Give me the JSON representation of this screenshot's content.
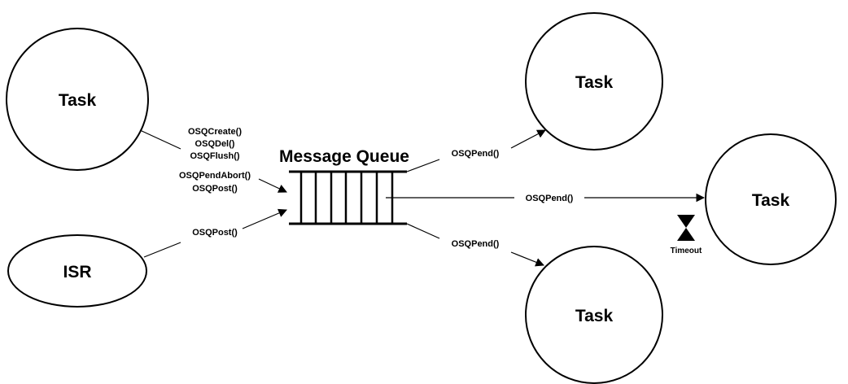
{
  "nodes": {
    "task_left": "Task",
    "isr": "ISR",
    "task_top_right": "Task",
    "task_right": "Task",
    "task_bottom_right": "Task"
  },
  "queue": {
    "title": "Message Queue"
  },
  "task_calls": [
    "OSQCreate()",
    "OSQDel()",
    "OSQFlush()",
    "OSQPendAbort()",
    "OSQPost()"
  ],
  "isr_call": "OSQPost()",
  "pend_top": "OSQPend()",
  "pend_middle": "OSQPend()",
  "pend_bottom": "OSQPend()",
  "timeout": "Timeout"
}
